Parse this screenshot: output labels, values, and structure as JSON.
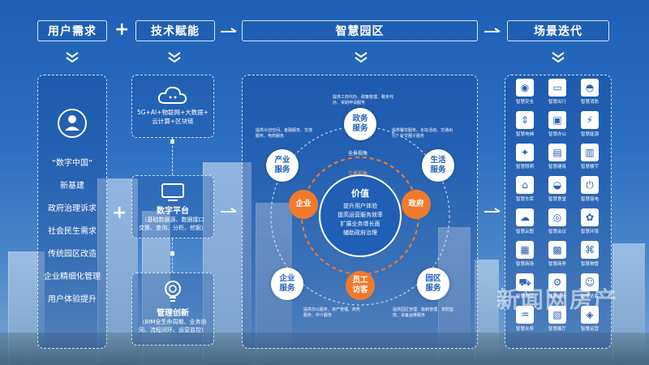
{
  "headers": {
    "user_needs": "用户需求",
    "tech_empower": "技术赋能",
    "smart_park": "智慧园区",
    "scene_iteration": "场景迭代"
  },
  "plus_sign": "+",
  "user_needs": [
    "“数字中国”",
    "新基建",
    "政府治理诉求",
    "社会民生需求",
    "传统园区改造",
    "企业精细化管理",
    "用户体验提升"
  ],
  "tech": {
    "cloud_text": [
      "5G+AI+物联网+大数据+",
      "云计算+区块链"
    ],
    "platform_title": "数字平台",
    "platform_sub": [
      "（基础数据源、数据接口",
      "交换、查询、分析、挖掘）"
    ],
    "mgmt_title": "管理创新",
    "mgmt_sub": [
      "（BIM全生命周期、业务协",
      "同、流程闭环、运营监控）"
    ]
  },
  "park": {
    "nodes": {
      "gov_service": "政务服务",
      "industry_service": "产业服务",
      "life_service": "生活服务",
      "enterprise": "企业",
      "government": "政府",
      "enterprise_service": "企业服务",
      "employee_visitor": "员工访客",
      "park_service": "园区服务"
    },
    "ring_labels": {
      "inner": "三维视角",
      "outer": "全景视角"
    },
    "center_title": "价值",
    "center_values": [
      "提升用户体验",
      "提高运营服务效率",
      "扩展业务增长面",
      "辅助政府治理"
    ],
    "descriptions": {
      "gov": "提供工商代办、政策管理、税务代办、资助申请服务",
      "industry": "提供众创空间、金融服务、交流服务、电商服务",
      "life": "提供餐饮服务、论坛活动、交通出行、社交圈子服务",
      "enterprise_service": "提供办公服务、资产管理、商务服务、中介服务",
      "park_service": "提供园区管理、能耗管理、安防监控、设备运维服务"
    }
  },
  "scenes": [
    {
      "label": "智慧安全",
      "icon": "camera-icon"
    },
    {
      "label": "智慧出行",
      "icon": "car-icon"
    },
    {
      "label": "智慧消防",
      "icon": "fire-helmet-icon"
    },
    {
      "label": "智慧电梯",
      "icon": "elevator-icon"
    },
    {
      "label": "智慧办公",
      "icon": "computer-icon"
    },
    {
      "label": "智慧能源",
      "icon": "energy-icon"
    },
    {
      "label": "智慧照明",
      "icon": "light-icon"
    },
    {
      "label": "智慧建筑",
      "icon": "building-icon"
    },
    {
      "label": "智慧楼宇",
      "icon": "tower-icon"
    },
    {
      "label": "智慧车库",
      "icon": "garage-icon"
    },
    {
      "label": "智慧食堂",
      "icon": "cloche-icon"
    },
    {
      "label": "智慧弱电",
      "icon": "power-icon"
    },
    {
      "label": "智慧云图",
      "icon": "cloud-icon"
    },
    {
      "label": "智慧会议",
      "icon": "meeting-icon"
    },
    {
      "label": "智慧环境",
      "icon": "environment-icon"
    },
    {
      "label": "智慧商场",
      "icon": "mall-icon"
    },
    {
      "label": "智慧商务",
      "icon": "briefcase-icon"
    },
    {
      "label": "智慧物管",
      "icon": "property-icon"
    },
    {
      "label": "智慧物流",
      "icon": "logistics-icon"
    },
    {
      "label": "智慧巡检",
      "icon": "inspection-icon"
    },
    {
      "label": "智慧访客",
      "icon": "visitor-icon"
    },
    {
      "label": "智慧水务",
      "icon": "water-icon"
    },
    {
      "label": "智慧展厅",
      "icon": "exhibition-icon"
    },
    {
      "label": "智慧运营",
      "icon": "operation-icon"
    }
  ],
  "watermark": "新闻网房产",
  "colors": {
    "orange": "#f17a2c",
    "blue": "#1f5fb5",
    "white": "#ffffff"
  }
}
